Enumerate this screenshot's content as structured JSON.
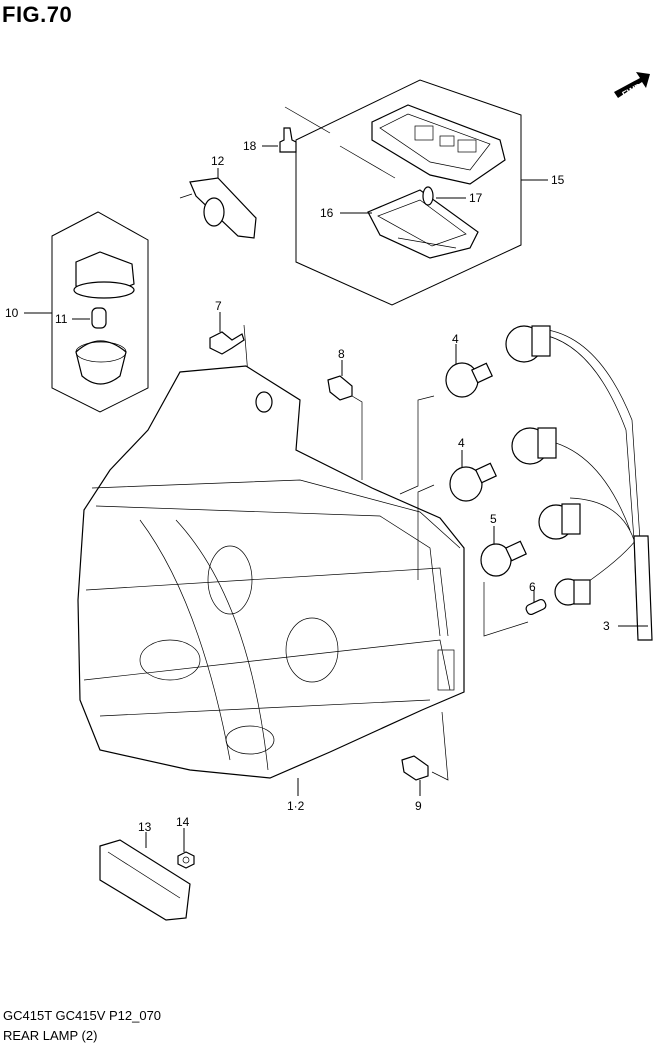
{
  "figure": {
    "title": "FIG.70",
    "fwd_label": "FWD",
    "footer_code": "GC415T GC415V P12_070",
    "footer_desc": "REAR LAMP (2)"
  },
  "callouts": [
    "1·2",
    "3",
    "4",
    "4",
    "5",
    "6",
    "7",
    "8",
    "9",
    "10",
    "11",
    "12",
    "13",
    "14",
    "15",
    "16",
    "17",
    "18"
  ]
}
